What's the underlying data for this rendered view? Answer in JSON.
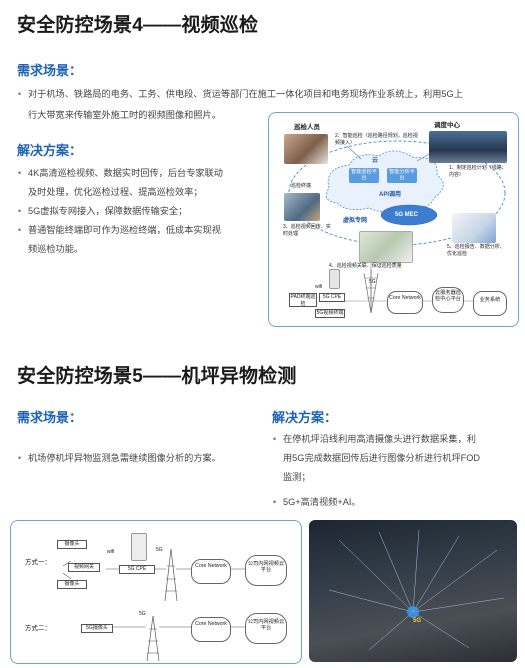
{
  "scene4": {
    "title": "安全防控场景4——视频巡检",
    "needs_heading": "需求场景：",
    "needs_line1": "对于机场、铁路局的电务、工务、供电段、货运等部门在施工一体化项目和电务现场作业系统上，利用5G上",
    "needs_line2": "行大带宽来传输室外施工时的视频图像和照片。",
    "solution_heading": "解决方案：",
    "solutions": [
      {
        "l1": "4K高清巡检视频、数据实时回传，后台专家联动",
        "l2": "及时处理，优化巡检过程、提高巡检效率；"
      },
      {
        "l1": "5G虚拟专网接入，保障数据传输安全；",
        "l2": ""
      },
      {
        "l1": "普通智能终端即可作为巡检终端，低成本实现视",
        "l2": "频巡检功能。"
      }
    ],
    "diagram": {
      "inspector_label": "巡检人员",
      "center_label": "调度中心",
      "step2": "2、智能巡检（巡检路径规划，巡检视频接入）",
      "step1": "1、制定巡检计划（线路、内容）",
      "cloud_label": "云",
      "platform1": "智能巡检平台",
      "platform2": "智能分析平台",
      "api_label": "API调用",
      "mec_label": "5G MEC",
      "terminal_label": "巡检终端",
      "step3": "3、巡检视频回传、实时处理",
      "network_label": "虚拟专网",
      "step5": "5、巡检报告、数据分析、优化巡检",
      "step4": "4、巡检视频关联、保证巡检质量",
      "wifi": "wifi",
      "cpe_label": "5G CPE",
      "pad_label": "PAD终端巡检",
      "cam_label": "5G视频终端",
      "g5_label": "5G",
      "core_label": "Core Network",
      "intranet_label": "云服务器巡检中心平台",
      "service_label": "业务系统"
    }
  },
  "scene5": {
    "title": "安全防控场景5——机坪异物检测",
    "needs_heading": "需求场景：",
    "needs_text": "机场停机坪异物监测急需继续图像分析的方案。",
    "solution_heading": "解决方案：",
    "sol1_line1": "在停机坪沿线利用高清摄像头进行数据采集，利",
    "sol1_line2": "用5G完成数据回传后进行图像分析进行机坪FOD",
    "sol1_line3": "监测；",
    "sol2": "5G+高清视频+AI。",
    "diagram": {
      "mode1": "方式一：",
      "mode2": "方式二：",
      "camera": "摄像头",
      "video_gw": "视频网关",
      "wifi": "wifi",
      "cpe": "5G CPE",
      "g5": "5G",
      "core": "Core Network",
      "cloud_platform": "公司内网视频云平台",
      "cam5g": "5G摄像头",
      "airport_5g": "5G"
    }
  }
}
